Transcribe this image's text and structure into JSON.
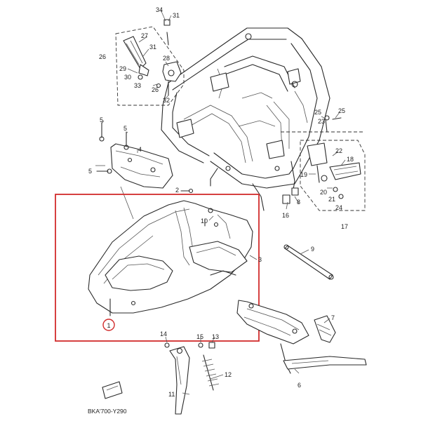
{
  "highlight_color": "#d12c2c",
  "code": "BKA'700-Y290",
  "labels": {
    "p1": "1",
    "p2": "2",
    "p3": "3",
    "p4": "4",
    "p5a": "5",
    "p5b": "5",
    "p5c": "5",
    "p6": "6",
    "p7": "7",
    "p8": "8",
    "p9": "9",
    "p10": "10",
    "p11": "11",
    "p12": "12",
    "p13": "13",
    "p14": "14",
    "p15": "15",
    "p16": "16",
    "p17": "17",
    "p18": "18",
    "p19": "19",
    "p20": "20",
    "p21": "21",
    "p22": "22",
    "p23": "23",
    "p24": "24",
    "p25a": "25",
    "p25b": "25",
    "p26": "26",
    "p27": "27",
    "p28": "28",
    "p29": "29",
    "p30": "30",
    "p31a": "31",
    "p31b": "31",
    "p32": "32",
    "p33": "33",
    "p34": "34"
  }
}
